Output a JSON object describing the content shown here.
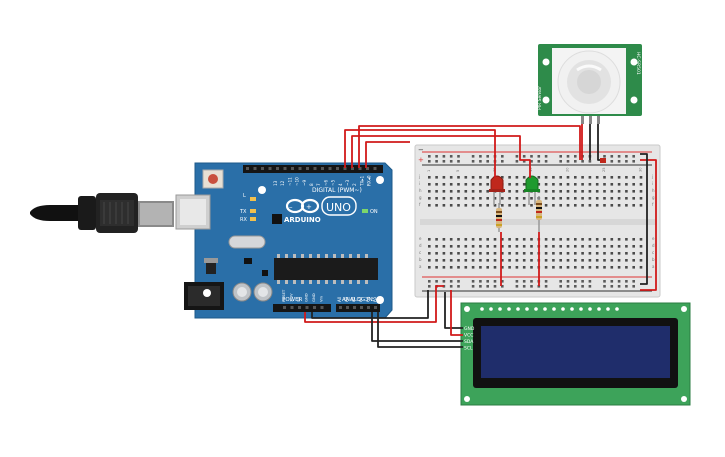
{
  "arduino": {
    "brand": "ARDUINO",
    "model": "UNO",
    "digital_header_label": "DIGITAL (PWM~)",
    "power_label": "POWER",
    "analog_label": "ANALOG IN",
    "reset_label": "RESET",
    "ioref_label": "IOREF",
    "aref_label": "AREF",
    "gnd_label": "GND",
    "l_label": "L",
    "tx_label": "TX",
    "rx_label": "RX",
    "on_label": "ON",
    "digital_pins": [
      "13",
      "12",
      "~11",
      "~10",
      "~9",
      "8",
      "7",
      "~6",
      "~5",
      "4",
      "~3",
      "2",
      "TX▸1",
      "RX◂0"
    ],
    "power_pins": [
      "RESET",
      "3.3V",
      "5V",
      "GND",
      "GND",
      "Vin"
    ],
    "analog_pins": [
      "A0",
      "A1",
      "A2",
      "A3",
      "A4",
      "A5"
    ]
  },
  "pir_sensor": {
    "label_left": "PIR Sensor",
    "label_right": "HC-SR501",
    "color": "#2e8b4a"
  },
  "lcd": {
    "pins": [
      "GND",
      "VCC",
      "SDA",
      "SCL"
    ],
    "board_color": "#3da35a",
    "screen_color": "#1f2d6b"
  },
  "breadboard": {
    "row_numbers": [
      "1",
      "",
      "",
      "",
      "5",
      "",
      "",
      "",
      "",
      "10",
      "",
      "",
      "",
      "",
      "15",
      "",
      "",
      "",
      "",
      "20",
      "",
      "",
      "",
      "",
      "25",
      "",
      "",
      "",
      "",
      "30"
    ],
    "row_letters_top": [
      "j",
      "i",
      "h",
      "g",
      "f"
    ],
    "row_letters_bottom": [
      "e",
      "d",
      "c",
      "b",
      "a"
    ],
    "rail_plus": "+",
    "rail_minus": "−"
  },
  "leds": [
    {
      "name": "red-led",
      "color": "#c0281c"
    },
    {
      "name": "green-led",
      "color": "#1e9a2e"
    }
  ],
  "wire_colors": {
    "red": "#d11a1a",
    "black": "#222222"
  }
}
